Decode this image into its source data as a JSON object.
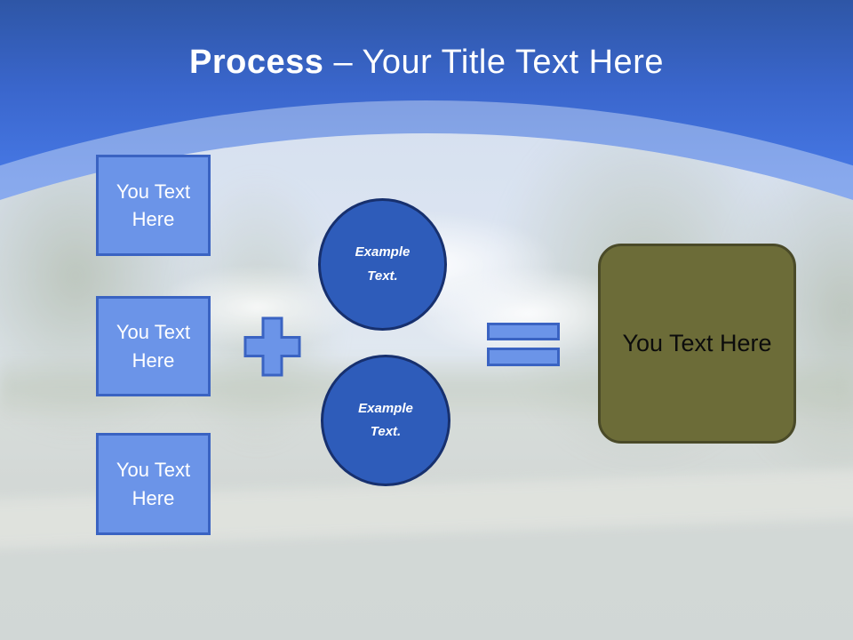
{
  "title": {
    "bold": "Process",
    "rest": " – Your Title Text Here"
  },
  "left_boxes": [
    {
      "label": "You Text Here"
    },
    {
      "label": "You Text Here"
    },
    {
      "label": "You Text Here"
    }
  ],
  "operator_icons": [
    {
      "name": "plus-icon"
    },
    {
      "name": "equals-icon"
    }
  ],
  "circles": [
    {
      "label": "Example Text."
    },
    {
      "label": "Example Text."
    }
  ],
  "result_box": {
    "label": "You Text Here"
  },
  "colors": {
    "header_top": "#2e56a6",
    "header_bottom": "#4f80e8",
    "light_blue_fill": "#6b94e8",
    "blue_border": "#3a63c2",
    "circle_fill": "#2e5cba",
    "circle_border": "#17306e",
    "olive_fill": "#6c6c38",
    "olive_border": "#4a4a28",
    "title_text": "#ffffff",
    "background_wash": "#c6cdcb"
  }
}
